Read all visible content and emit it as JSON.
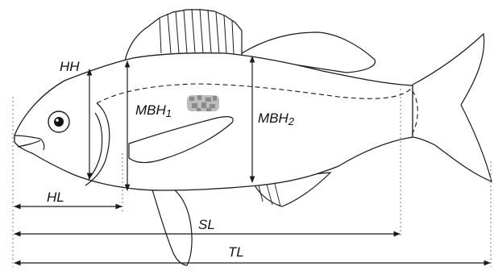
{
  "labels": {
    "hh": "HH",
    "mbh1": {
      "main": "MBH",
      "sub": "1"
    },
    "mbh2": {
      "main": "MBH",
      "sub": "2"
    },
    "hl": "HL",
    "sl": "SL",
    "tl": "TL"
  },
  "colors": {
    "outline": "#1a1a1a",
    "guide": "#7a7a7a",
    "background": "#ffffff",
    "marker": "#8a8a8a"
  }
}
